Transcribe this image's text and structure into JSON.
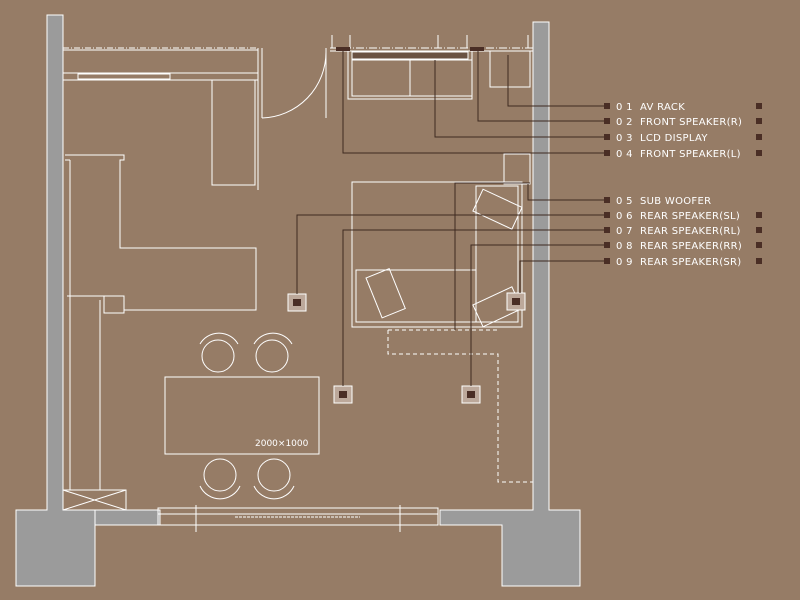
{
  "colors": {
    "background": "#967c66",
    "line": "#ffffff",
    "leader": "#3e2a20",
    "wall": "#9b9b9b",
    "marker": "#4a2e25"
  },
  "legend": [
    {
      "num": "0 1",
      "label": "AV RACK",
      "end_marker": true
    },
    {
      "num": "0 2",
      "label": "FRONT SPEAKER(R)",
      "end_marker": true
    },
    {
      "num": "0 3",
      "label": "LCD DISPLAY",
      "end_marker": true
    },
    {
      "num": "0 4",
      "label": "FRONT SPEAKER(L)",
      "end_marker": true
    },
    {
      "num": "0 5",
      "label": "SUB WOOFER",
      "end_marker": false
    },
    {
      "num": "0 6",
      "label": "REAR SPEAKER(SL)",
      "end_marker": true
    },
    {
      "num": "0 7",
      "label": "REAR SPEAKER(RL)",
      "end_marker": true
    },
    {
      "num": "0 8",
      "label": "REAR SPEAKER(RR)",
      "end_marker": true
    },
    {
      "num": "0 9",
      "label": "REAR SPEAKER(SR)",
      "end_marker": true
    }
  ],
  "table_dimension": "2000×1000"
}
